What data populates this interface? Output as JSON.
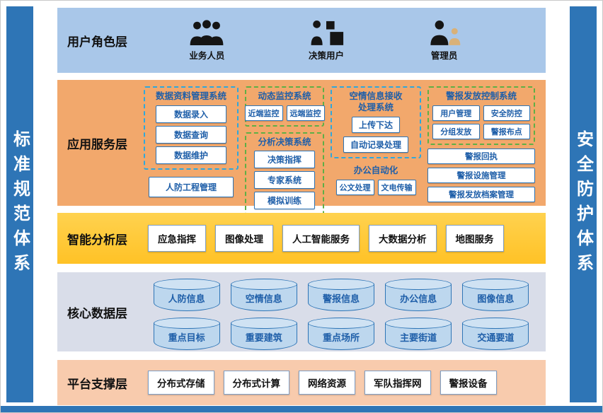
{
  "frame": {
    "left_bar": "标准规范体系",
    "right_bar": "安全防护体系"
  },
  "colors": {
    "pillar_blue": "#2E75B6",
    "user_band": "#A9C7E9",
    "app_band": "#F2A86C",
    "analysis_band": "#FFC93C",
    "data_band": "#D9DDE9",
    "platform_band": "#F8CBAD",
    "box_border": "#2E75B6",
    "box_text": "#1F5FA9",
    "group_green": "#5FAF46",
    "group_cyan": "#2FA7DC"
  },
  "user_layer": {
    "label": "用户角色层",
    "roles": [
      {
        "name": "业务人员"
      },
      {
        "name": "决策用户"
      },
      {
        "name": "管理员"
      }
    ]
  },
  "app_layer": {
    "label": "应用服务层",
    "data_mgmt": {
      "title": "数据资料管理系统",
      "items": [
        "数据录入",
        "数据查询",
        "数据维护"
      ]
    },
    "civil_defense": "人防工程管理",
    "monitor": {
      "title": "动态监控系统",
      "items": [
        "近端监控",
        "远端监控"
      ]
    },
    "analysis": {
      "title": "分析决策系统",
      "items": [
        "决策指挥",
        "专家系统",
        "模拟训练"
      ]
    },
    "air_info": {
      "title": "空情信息接收处理系统",
      "items": [
        "上传下达",
        "自动记录处理"
      ]
    },
    "office": {
      "title": "办公自动化",
      "items": [
        "公文处理",
        "文电传输"
      ]
    },
    "alarm": {
      "title": "警报发放控制系统",
      "grid": [
        "用户管理",
        "安全防控",
        "分组发放",
        "警报布点"
      ],
      "rows": [
        "警报回执",
        "警报设施管理",
        "警报发放档案管理"
      ]
    }
  },
  "analysis_layer": {
    "label": "智能分析层",
    "items": [
      "应急指挥",
      "图像处理",
      "人工智能服务",
      "大数据分析",
      "地图服务"
    ]
  },
  "data_layer": {
    "label": "核心数据层",
    "row1": [
      "人防信息",
      "空情信息",
      "警报信息",
      "办公信息",
      "图像信息"
    ],
    "row2": [
      "重点目标",
      "重要建筑",
      "重点场所",
      "主要街道",
      "交通要道"
    ]
  },
  "platform_layer": {
    "label": "平台支撑层",
    "items": [
      "分布式存储",
      "分布式计算",
      "网络资源",
      "军队指挥网",
      "警报设备"
    ]
  }
}
